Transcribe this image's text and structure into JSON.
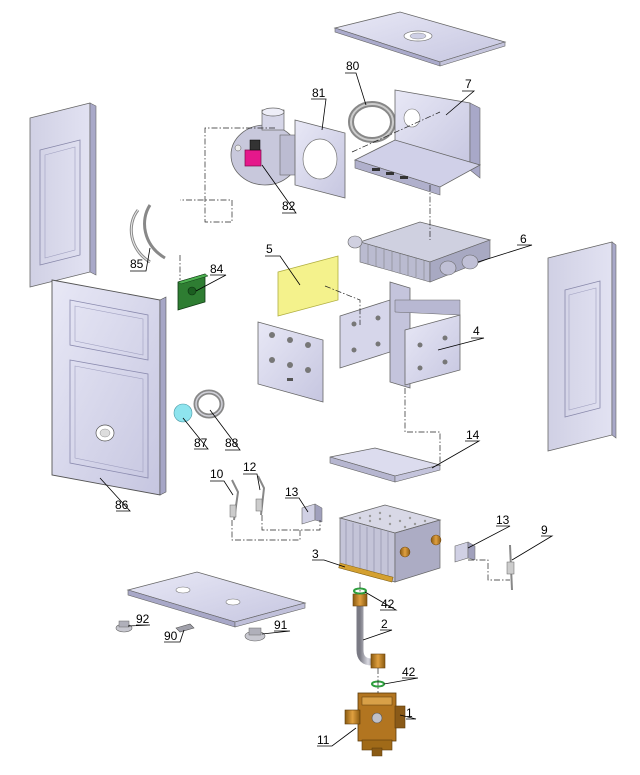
{
  "callouts": [
    "80",
    "81",
    "7",
    "82",
    "85",
    "84",
    "5",
    "6",
    "4",
    "86",
    "87",
    "88",
    "10",
    "12",
    "13",
    "14",
    "13",
    "9",
    "3",
    "42",
    "2",
    "42",
    "92",
    "90",
    "91",
    "1",
    "11"
  ],
  "colors": {
    "panel_face": "#dcdcf0",
    "panel_side": "#b9b9d4",
    "panel_dark": "#9e9ebd",
    "insulation_yellow": "#f4f28c",
    "sensor_green": "#2e7d32",
    "cyan_disc": "#8ee4ee",
    "magenta_part": "#e5188b",
    "brass": "#c8841c",
    "pipe_grey": "#a8a8b0"
  }
}
